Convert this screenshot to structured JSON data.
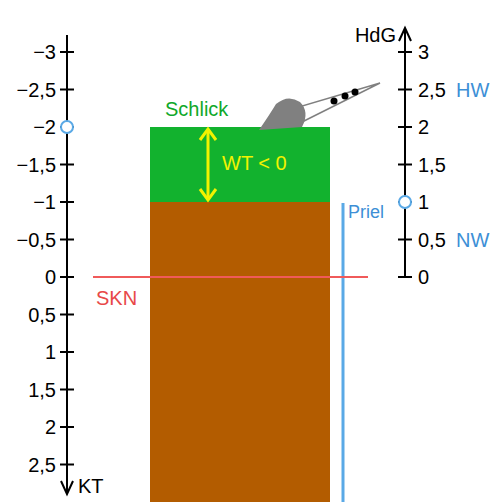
{
  "diagram": {
    "nodes": [
      {
        "text": [
          "Schlick",
          "WT < 0"
        ]
      }
    ],
    "labels": [
      "−3",
      "−2,5",
      "−2",
      "−1,5",
      "−1",
      "−0,5",
      "0",
      "0,5",
      "1",
      "1,5",
      "2",
      "2,5",
      "KT",
      "HdG",
      "3",
      "2,5",
      "2",
      "1,5",
      "1",
      "0,5",
      "0",
      "HW",
      "NW",
      "SKN",
      "Priel"
    ]
  }
}
